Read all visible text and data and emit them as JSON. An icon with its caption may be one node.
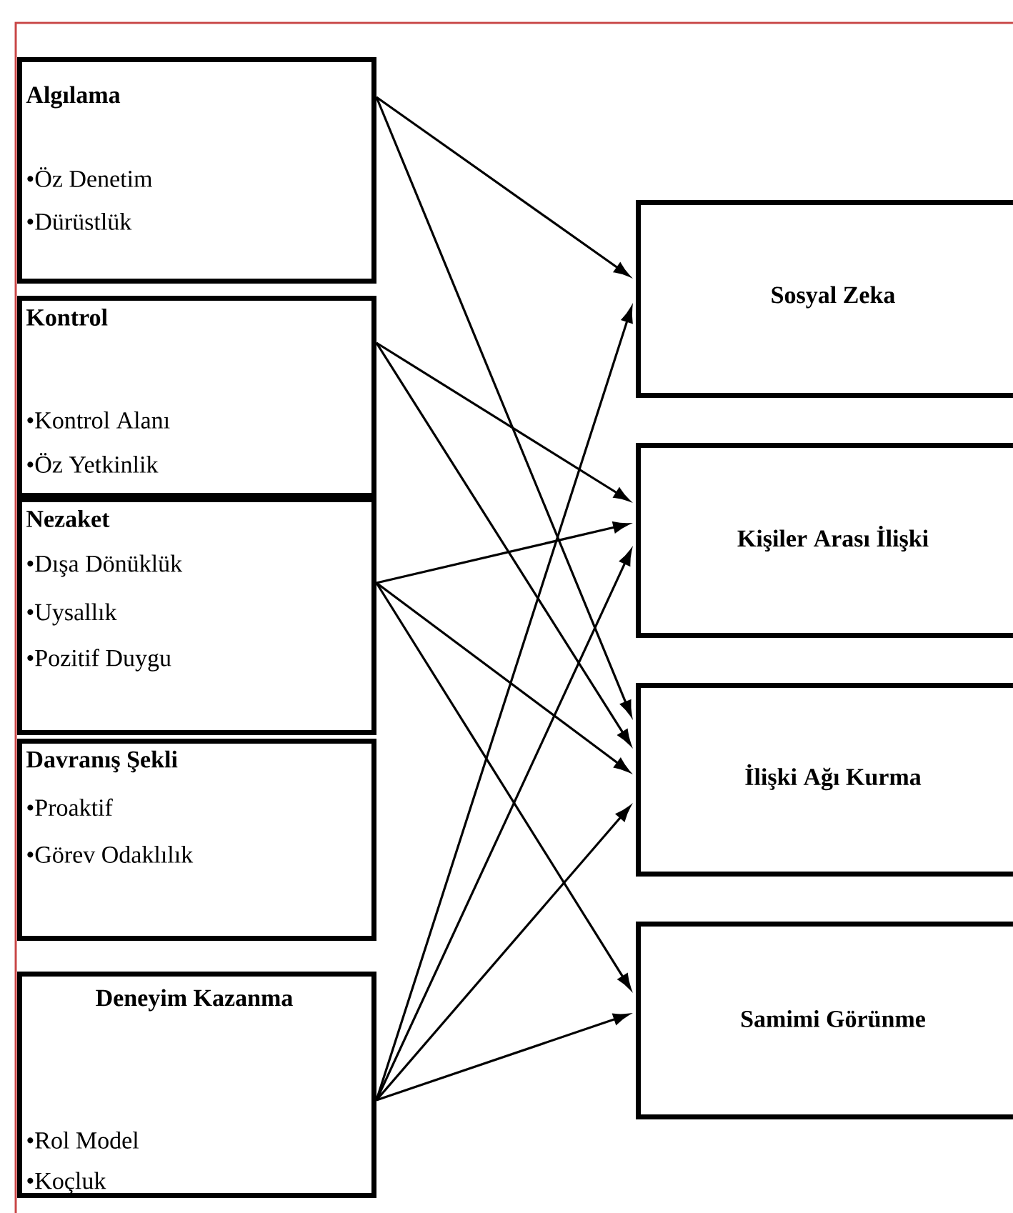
{
  "diagram": {
    "nodes": [
      {
        "text": [
          "Algılama",
          "•Öz Denetim",
          "•Dürüstlük"
        ]
      },
      {
        "text": [
          "Kontrol",
          "•Kontrol Alanı",
          "•Öz Yetkinlik"
        ]
      },
      {
        "text": [
          "Nezaket",
          "•Dışa Dönüklük",
          "•Uysallık",
          "•Pozitif Duygu"
        ]
      },
      {
        "text": [
          "Davranış Şekli",
          "•Proaktif",
          "•Görev Odaklılık"
        ]
      },
      {
        "text": [
          "Deneyim Kazanma",
          "•Rol Model",
          "•Koçluk"
        ]
      },
      {
        "text": [
          "Sosyal Zeka"
        ]
      },
      {
        "text": [
          "Kişiler Arası İlişki"
        ]
      },
      {
        "text": [
          "İlişki Ağı Kurma"
        ]
      },
      {
        "text": [
          "Samimi Görünme"
        ]
      }
    ],
    "edges": [
      {
        "from": 0,
        "to": 5,
        "arrow": "to"
      },
      {
        "from": 0,
        "to": 7,
        "arrow": "to"
      },
      {
        "from": 1,
        "to": 6,
        "arrow": "to"
      },
      {
        "from": 1,
        "to": 7,
        "arrow": "to"
      },
      {
        "from": 2,
        "to": 6,
        "arrow": "to"
      },
      {
        "from": 2,
        "to": 7,
        "arrow": "to"
      },
      {
        "from": 2,
        "to": 8,
        "arrow": "to"
      },
      {
        "from": 4,
        "to": 5,
        "arrow": "to"
      },
      {
        "from": 4,
        "to": 6,
        "arrow": "to"
      },
      {
        "from": 4,
        "to": 7,
        "arrow": "to"
      },
      {
        "from": 4,
        "to": 8,
        "arrow": "to"
      }
    ]
  }
}
